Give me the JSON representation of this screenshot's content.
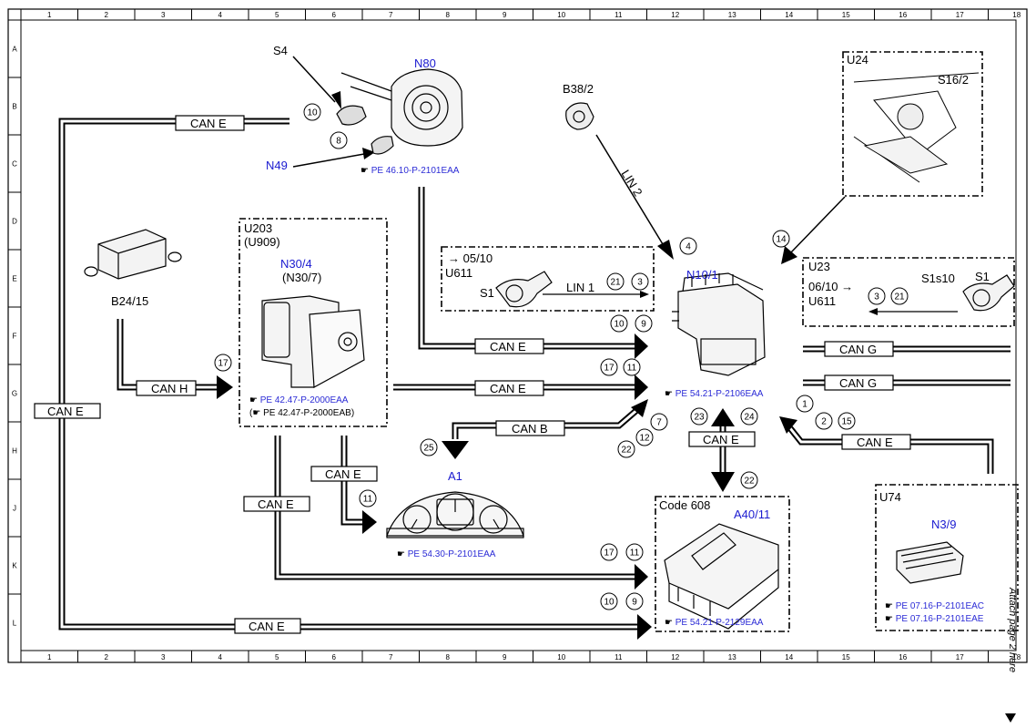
{
  "grid": {
    "columns": [
      "1",
      "2",
      "3",
      "4",
      "5",
      "6",
      "7",
      "8",
      "9",
      "10",
      "11",
      "12",
      "13",
      "14",
      "15",
      "16",
      "17",
      "18"
    ],
    "rows": [
      "A",
      "B",
      "C",
      "D",
      "E",
      "F",
      "G",
      "H",
      "J",
      "K",
      "L"
    ]
  },
  "components": {
    "s4": "S4",
    "n80": "N80",
    "n49": "N49",
    "b38_2": "B38/2",
    "lin2": "LIN 2",
    "u24": "U24",
    "s16_2": "S16/2",
    "u203": "U203",
    "u909": "(U909)",
    "n30_4": "N30/4",
    "n30_7": "(N30/7)",
    "b24_15": "B24/15",
    "n10_1": "N10/1",
    "a1": "A1",
    "code608": "Code 608",
    "a40_11": "A40/11",
    "u74": "U74",
    "n3_9": "N3/9"
  },
  "lin_box_left": {
    "date": "→ 05/10",
    "variant": "U611",
    "s1": "S1",
    "lin1": "LIN 1"
  },
  "lin_box_right": {
    "u23": "U23",
    "date": "06/10 →",
    "variant": "U611",
    "s1s10": "S1s10",
    "s1": "S1"
  },
  "buses": {
    "can_e": "CAN E",
    "can_g": "CAN G",
    "can_h": "CAN H",
    "can_b": "CAN B"
  },
  "refs": {
    "n80": "PE 46.10-P-2101EAA",
    "n30_4": "PE 42.47-P-2000EAA",
    "n30_4_alt": "PE 42.47-P-2000EAB",
    "n10_1": "PE 54.21-P-2106EAA",
    "a1": "PE 54.30-P-2101EAA",
    "a40_11": "PE 54.21-P-2129EAA",
    "n3_9_a": "PE 07.16-P-2101EAC",
    "n3_9_b": "PE 07.16-P-2101EAE"
  },
  "bubbles": [
    "10",
    "8",
    "4",
    "14",
    "21",
    "3",
    "10",
    "9",
    "17",
    "17",
    "11",
    "7",
    "12",
    "22",
    "25",
    "23",
    "24",
    "22",
    "1",
    "2",
    "15",
    "11",
    "17",
    "11",
    "10",
    "9",
    "3",
    "21"
  ],
  "side_note": "Attach page 2 here"
}
